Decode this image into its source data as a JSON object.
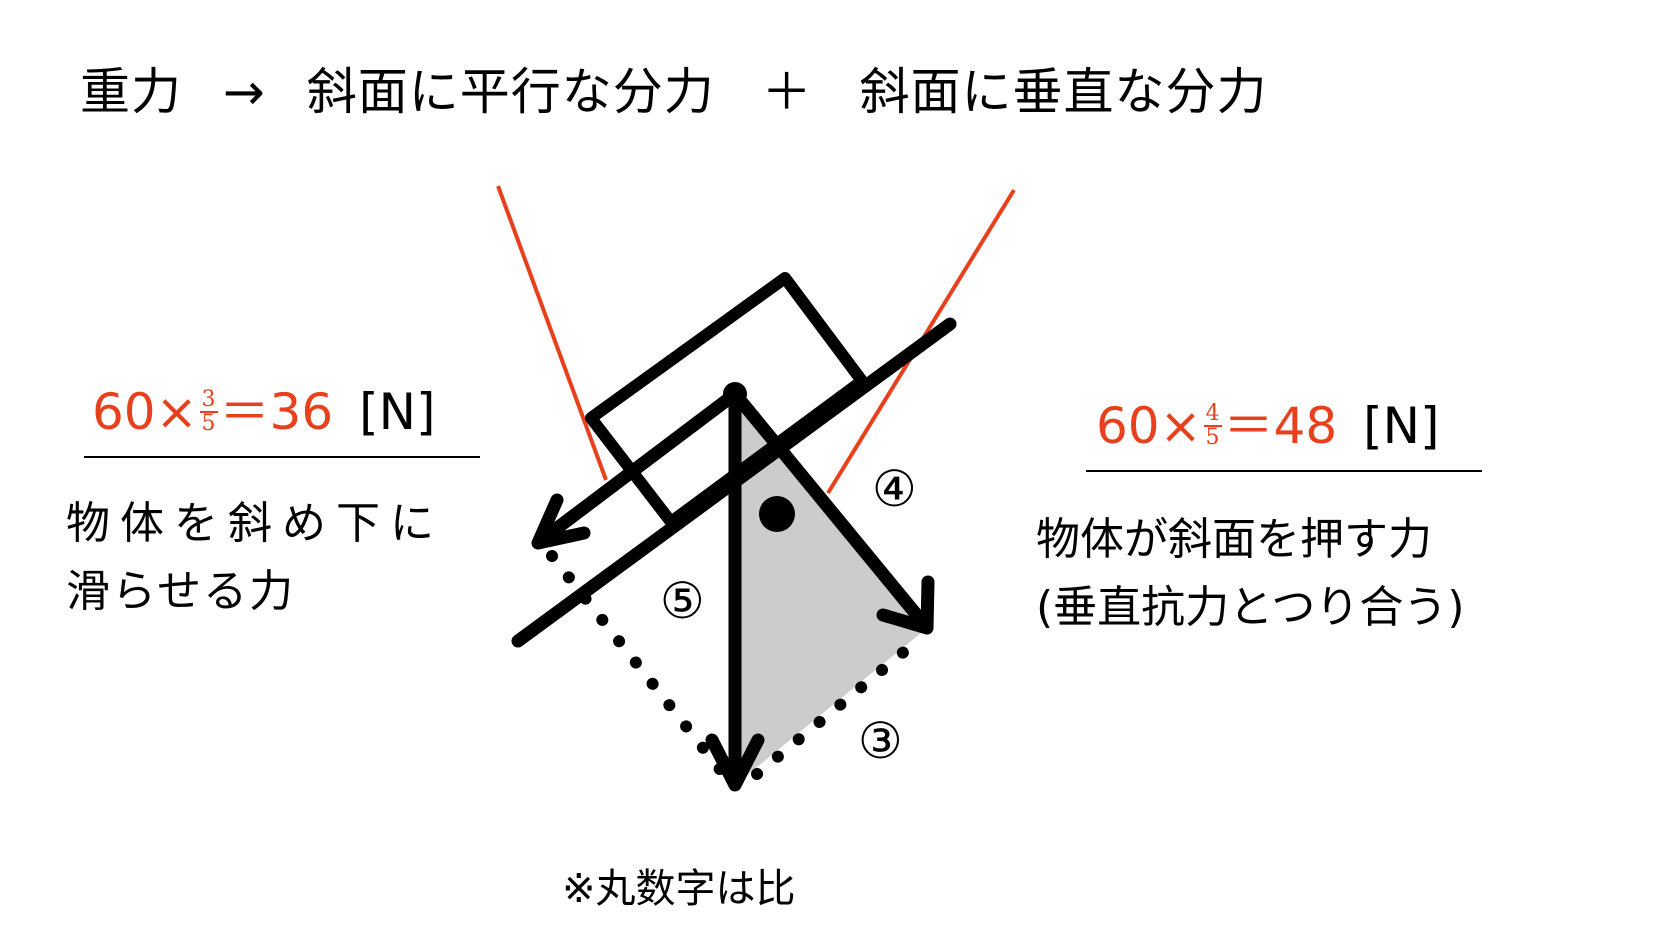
{
  "title": {
    "gravity": "重力",
    "arrow": "→",
    "parallel_component": "斜面に平行な分力",
    "plus": "＋",
    "perpendicular_component": "斜面に垂直な分力"
  },
  "left_formula": {
    "base": "60×",
    "numerator": "3",
    "denominator": "5",
    "result": "＝36",
    "unit": "[N]"
  },
  "left_description": {
    "line1": "物体を斜め下に",
    "line2": "滑らせる力"
  },
  "right_formula": {
    "base": "60×",
    "numerator": "4",
    "denominator": "5",
    "result": "＝48",
    "unit": "[N]"
  },
  "right_description": {
    "line1": "物体が斜面を押す力",
    "line2": "(垂直抗力とつり合う)"
  },
  "ratio_labels": {
    "perpendicular": "④",
    "gravity": "⑤",
    "parallel": "③"
  },
  "note": "※丸数字は比",
  "colors": {
    "accent_red": "#e8401c",
    "shade_gray": "#cccccc",
    "ink": "#000000"
  },
  "diagram": {
    "gravity_N": 60,
    "parallel_N": 36,
    "perpendicular_N": 48,
    "ratio": [
      3,
      4,
      5
    ]
  }
}
